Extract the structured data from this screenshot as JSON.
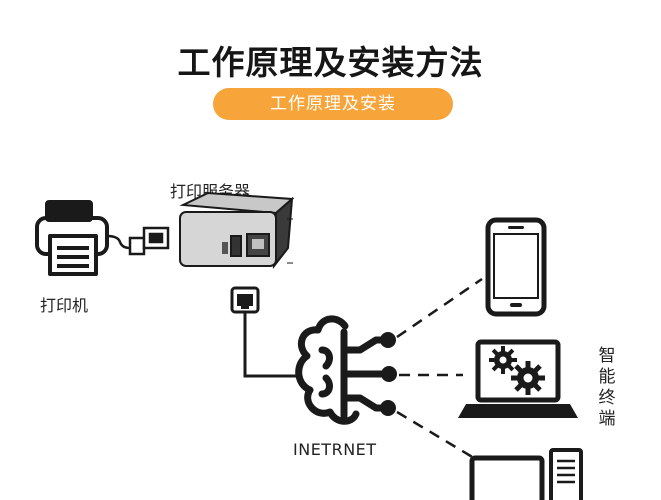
{
  "header": {
    "title": "工作原理及安装方法",
    "subtitle": "工作原理及安装"
  },
  "nodes": {
    "print_server": "打印服务器",
    "printer": "打印机",
    "internet": "INETRNET",
    "smart_terminal": "智能终端"
  },
  "colors": {
    "accent": "#f7a53a",
    "line": "#1a1a1a"
  }
}
